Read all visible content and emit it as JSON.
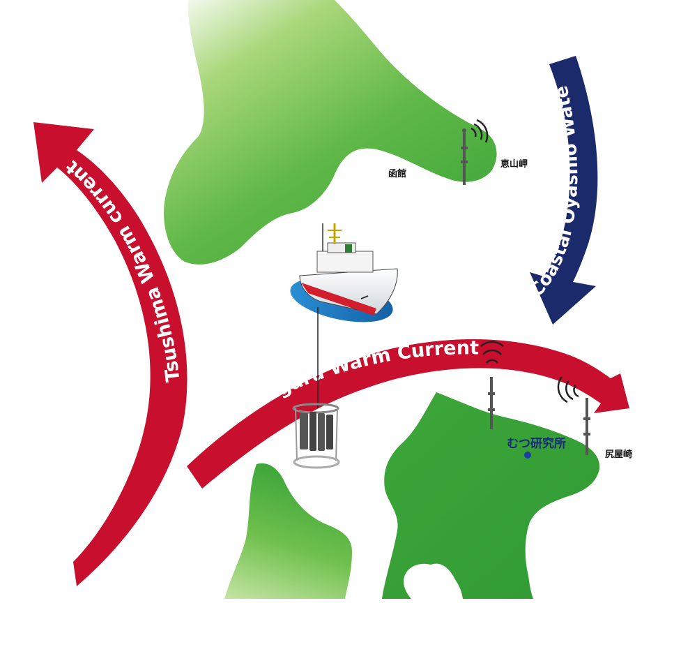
{
  "currents": {
    "tsushima": {
      "label": "Tsushima Warm current",
      "color": "#c8102e"
    },
    "tsugaru": {
      "label": "Tsugaru Warm Current",
      "color": "#c8102e"
    },
    "oyashio": {
      "label": "Coastal Oyashio Water",
      "color": "#1b2a6b"
    }
  },
  "places": {
    "hakodate": "函館",
    "esanmisaki": "恵山岬",
    "shiriyazaki": "尻屋崎",
    "mutsu": "むつ研究所"
  },
  "colors": {
    "land_dark": "#3ea63a",
    "land_light": "#9ad06a",
    "ship_hull": "#ffffff",
    "ship_stripe": "#d21f2b",
    "water": "#1e7fc6",
    "station_dot": "#1a3fa0"
  },
  "icons": [
    "radio-tower-icon",
    "radio-signal-icon",
    "ship-icon",
    "ctd-sampler-icon"
  ]
}
